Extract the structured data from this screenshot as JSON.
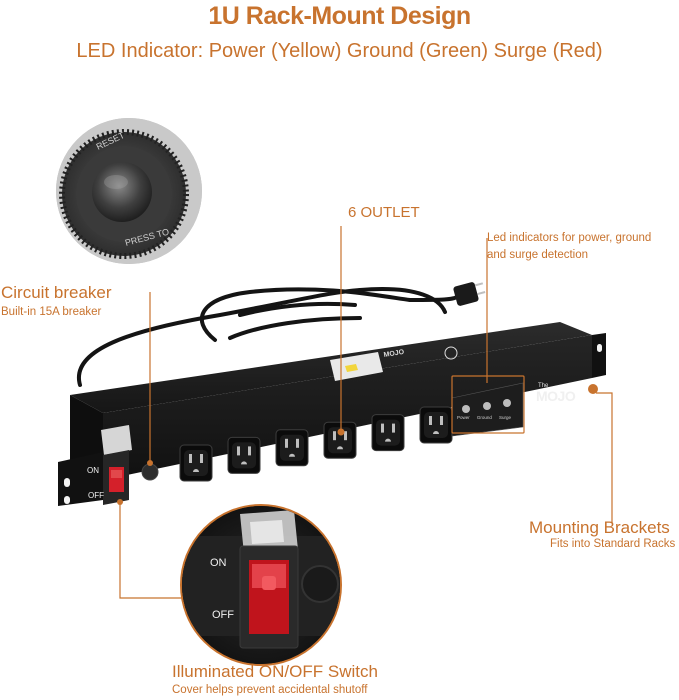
{
  "heading": {
    "title": "1U Rack-Mount Design",
    "subtitle": "LED Indicator: Power (Yellow) Ground (Green) Surge (Red)"
  },
  "callouts": {
    "circuit_breaker": {
      "title": "Circuit breaker",
      "note": "Built-in 15A breaker"
    },
    "outlets": {
      "title": "6 OUTLET"
    },
    "led": {
      "line1": "Led indicators for power, ground",
      "line2": "and surge detection"
    },
    "brackets": {
      "title": "Mounting Brackets",
      "note": "Fits into Standard Racks"
    },
    "switch": {
      "title": "Illuminated ON/OFF Switch",
      "note": "Cover helps prevent accidental shutoff"
    }
  },
  "product": {
    "brand": "MOJO",
    "brand_prefix": "The",
    "switch_on": "ON",
    "switch_off": "OFF",
    "zoom_on": "ON",
    "zoom_off": "OFF",
    "breaker_ring_top": "RESET",
    "breaker_ring_bottom": "PRESS TO",
    "led_labels": [
      "Power",
      "Ground",
      "Surge"
    ],
    "outlet_count": 6
  },
  "colors": {
    "accent": "#c8732e",
    "body": "#1b1b1b",
    "switch_red": "#d4202a"
  }
}
